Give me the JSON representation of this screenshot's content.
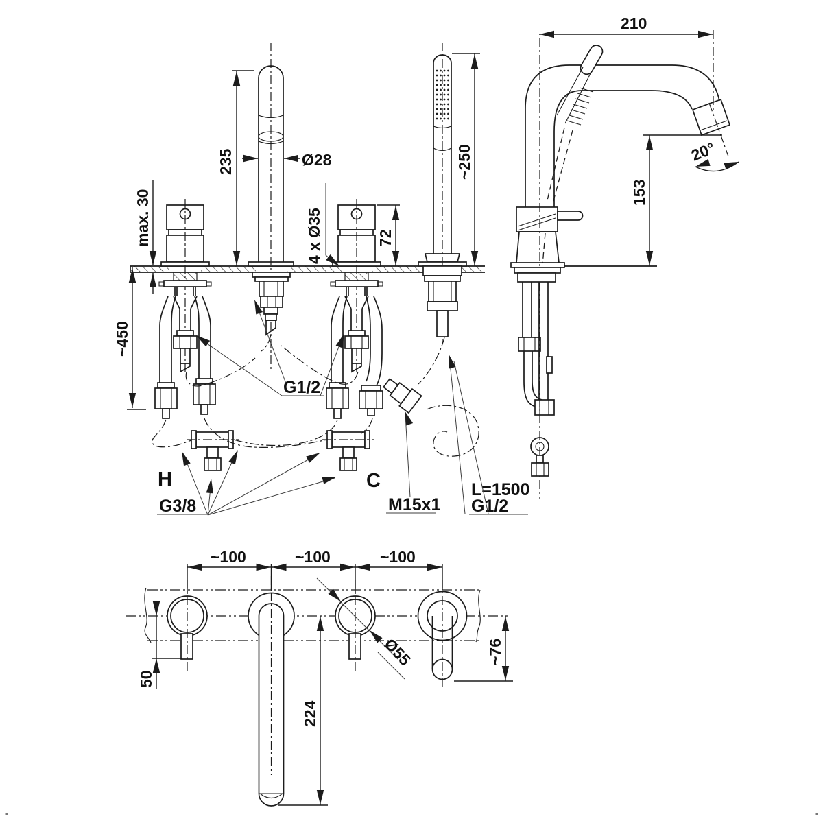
{
  "drawing": {
    "description": "Bath rim 4-hole mixer tap installation dimensional drawing",
    "front_view": {
      "spout_height": "235",
      "spout_diameter": "Ø28",
      "deck_thickness": "max. 30",
      "mounting_holes": "4 x Ø35",
      "handle_height": "72",
      "handshower_height": "~250",
      "hose_drop_below": "~450",
      "spout_reach": "210",
      "spout_outlet_height": "153",
      "spout_angle": "20°",
      "hot_label": "H",
      "cold_label": "C",
      "valve_connection_thread": "G1/2",
      "supply_thread": "G3/8",
      "handshower_hose_thread": "M15x1",
      "hose_length": "L=1500",
      "hose_connection_thread": "G1/2"
    },
    "plan_view": {
      "spacing_left": "~100",
      "spacing_mid": "~100",
      "spacing_right": "~100",
      "handle_offset": "50",
      "spout_reach": "224",
      "escutcheon_diameter": "Ø55",
      "handshower_offset": "~76"
    }
  }
}
